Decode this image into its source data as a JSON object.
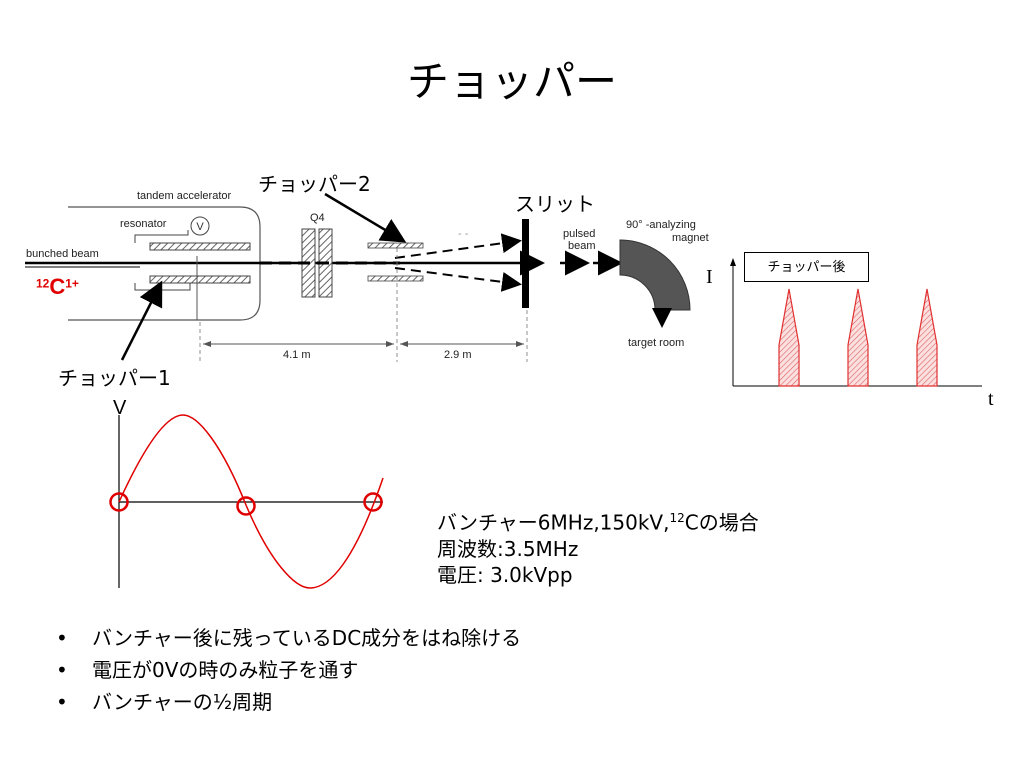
{
  "title": "チョッパー",
  "labels": {
    "tandem_accelerator": "tandem accelerator",
    "resonator": "resonator",
    "bunched_beam": "bunched beam",
    "ion_mass": "12",
    "ion_symbol": "C",
    "ion_charge": "1+",
    "q4": "Q4",
    "slit": "スリット",
    "pulsed_beam_line1": "pulsed",
    "pulsed_beam_line2": "beam",
    "magnet_line1": "90° -analyzing",
    "magnet_line2": "magnet",
    "target_room": "target room",
    "dist1": "4.1 m",
    "dist2": "2.9 m",
    "chopper1": "チョッパー1",
    "chopper2": "チョッパー2",
    "dots": "- -",
    "voltmeter": "V"
  },
  "pulse_plot": {
    "box_label": "チョッパー後",
    "y_label": "I",
    "x_label": "t",
    "pulse_color": "#e03030"
  },
  "sine_plot": {
    "y_label": "V",
    "curve_color": "#e00000",
    "marker_color": "#e00000"
  },
  "info": {
    "line1_prefix": "バンチャー6MHz,150kV,",
    "line1_sup": "12",
    "line1_suffix": "Cの場合",
    "line2": "周波数:3.5MHz",
    "line3": "電圧: 3.0kVpp"
  },
  "bullets": [
    "バンチャー後に残っているDC成分をはね除ける",
    "電圧が0Vの時のみ粒子を通す",
    "バンチャーの½周期"
  ],
  "bullet_symbol": "•"
}
